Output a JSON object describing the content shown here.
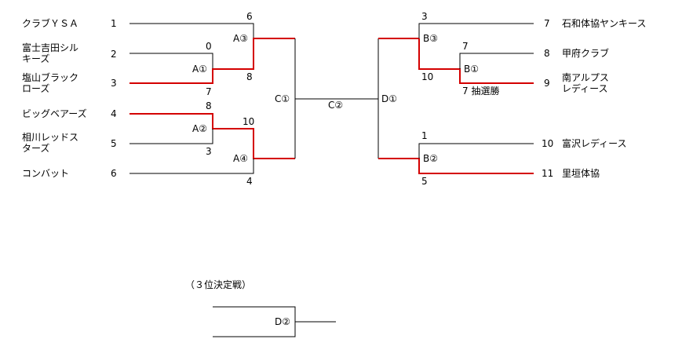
{
  "left_teams": [
    {
      "seed": "1",
      "name": [
        "クラブＹＳＡ"
      ]
    },
    {
      "seed": "2",
      "name": [
        "富士吉田シル",
        "キーズ"
      ]
    },
    {
      "seed": "3",
      "name": [
        "塩山ブラック",
        "ローズ"
      ]
    },
    {
      "seed": "4",
      "name": [
        "ビッグベアーズ"
      ]
    },
    {
      "seed": "5",
      "name": [
        "相川レッドス",
        "ターズ"
      ]
    },
    {
      "seed": "6",
      "name": [
        "コンバット"
      ]
    }
  ],
  "right_teams": [
    {
      "seed": "7",
      "name": [
        "石和体協ヤンキース"
      ]
    },
    {
      "seed": "8",
      "name": [
        "甲府クラブ"
      ]
    },
    {
      "seed": "9",
      "name": [
        "南アルプス",
        "レディース"
      ]
    },
    {
      "seed": "10",
      "name": [
        "富沢レディース"
      ]
    },
    {
      "seed": "11",
      "name": [
        "里垣体協"
      ]
    }
  ],
  "matches": {
    "A1": {
      "label": "A①",
      "top_score": "0",
      "bottom_score": "7"
    },
    "A2": {
      "label": "A②",
      "top_score": "8",
      "bottom_score": "3"
    },
    "A3": {
      "label": "A③",
      "top_score": "6",
      "bottom_score": "8"
    },
    "A4": {
      "label": "A④",
      "top_score": "10",
      "bottom_score": "4"
    },
    "B1": {
      "label": "B①",
      "top_score": "7",
      "bottom_score": "7 抽選勝"
    },
    "B2": {
      "label": "B②",
      "top_score": "1",
      "bottom_score": "5"
    },
    "B3": {
      "label": "B③",
      "top_score": "3",
      "bottom_score": "10"
    },
    "C1": {
      "label": "C①"
    },
    "C2": {
      "label": "C②"
    },
    "D1": {
      "label": "D①"
    },
    "D2": {
      "label": "D②"
    }
  },
  "third_place": {
    "title": "（３位決定戦）"
  },
  "colors": {
    "winner_line": "#d40000",
    "line": "#000000"
  }
}
